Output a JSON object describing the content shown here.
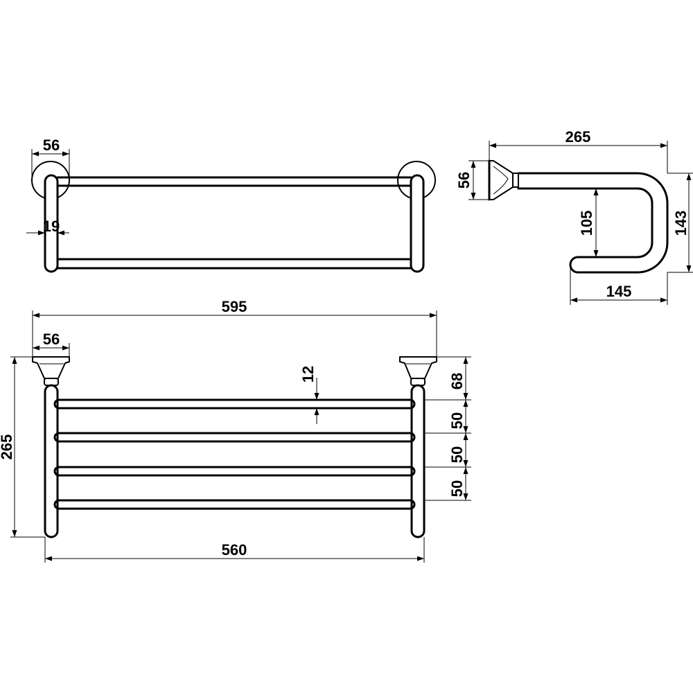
{
  "dimensions": {
    "top_view": {
      "depth": "56",
      "tube": "19"
    },
    "side_view": {
      "length": "265",
      "base": "56",
      "inner_drop": "105",
      "height": "143",
      "bottom": "145"
    },
    "front_view": {
      "overall_width": "595",
      "base_width": "56",
      "bar_thickness": "12",
      "height": "265",
      "top_offset": "68",
      "spacing_1": "50",
      "spacing_2": "50",
      "spacing_3": "50",
      "post_spacing": "560"
    }
  }
}
